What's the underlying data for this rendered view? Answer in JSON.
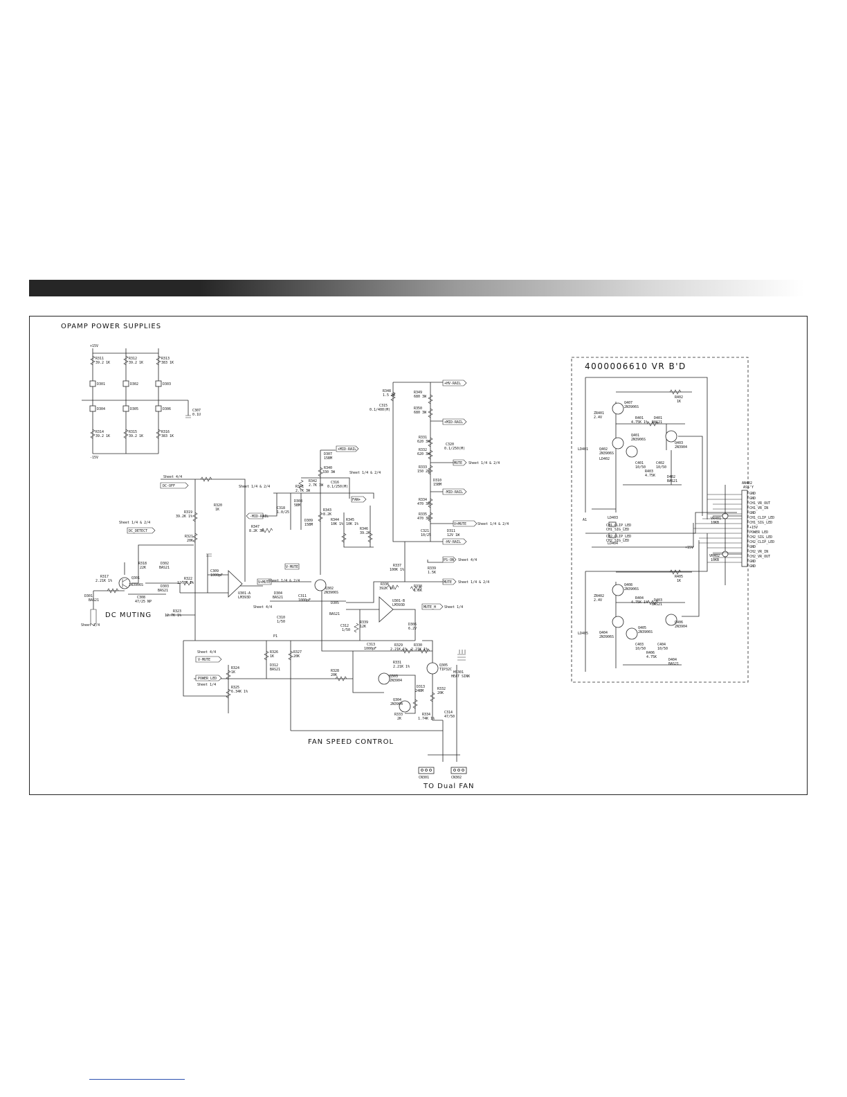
{
  "titles": {
    "opamp": "OPAMP POWER SUPPLIES",
    "dc_muting": "DC MUTING",
    "fan_speed": "FAN SPEED CONTROL",
    "to_fan": "TO Dual FAN",
    "vr_board": "4000006610    VR B'D"
  },
  "opamp_labels": [
    "+15V",
    "R311",
    "39.2 1K",
    "R312",
    "39.2 1K",
    "R313",
    "383 1K",
    "D301",
    "D302",
    "D303",
    "D304",
    "D305",
    "D306",
    "C307",
    "0.1U",
    "R314",
    "39.2 1K",
    "R315",
    "39.2 1K",
    "R316",
    "383 1K",
    "-15V"
  ],
  "rail_tags": [
    "+HV-RAIL",
    "+MID-RAIL",
    "-MID-RAIL",
    "-HV-RAIL",
    "MUTE",
    "MUTE_H",
    "V+MUTE",
    "V-MUTE",
    "DC-OFF",
    "DC_DETECT",
    "POWER_LED",
    "PS-ON",
    "FAN+"
  ],
  "sheet_refs": [
    "Sheet 1/4 & 2/4",
    "Sheet 4/4",
    "Sheet 1/4",
    "Sheet 2/4"
  ],
  "dc_labels": [
    "R317",
    "2.21K 1%",
    "Q301",
    "2N3906S",
    "R318",
    "22K",
    "D302",
    "BAS21",
    "D303",
    "BAS21",
    "C308",
    "47/25 NP",
    "R319",
    "39.2K 1%",
    "R320",
    "1K",
    "R321",
    "20K",
    "R322",
    "12.7K 1%",
    "R323",
    "12.7K 1%",
    "C309",
    "1000pF",
    "U301-A",
    "LM393D",
    "D301",
    "BAS21",
    "R324",
    "1K",
    "R325",
    "6.34K 1%",
    "R326",
    "1K",
    "R327",
    "20K",
    "D312",
    "BAS21"
  ],
  "center_labels": [
    "R348",
    "1.5 2W",
    "C315",
    "0.1/400(M)",
    "R349",
    "680 3W",
    "R350",
    "680 3W",
    "R331",
    "620 3W",
    "C320",
    "0.1/250(M)",
    "R332",
    "620 3W",
    "R333",
    "150 2W",
    "D310",
    "15BM",
    "R334",
    "470 3W",
    "R335",
    "470 3W",
    "C321",
    "10/25",
    "D311",
    "12V 1W",
    "D307",
    "15BM",
    "R340",
    "330 3W",
    "R341",
    "2.7K 3W",
    "R342",
    "2.7K 3W",
    "C316",
    "0.1/250(M)",
    "R343",
    "8.2K",
    "R344",
    "10K 1%",
    "R345",
    "10K 1%",
    "R346",
    "39.2K",
    "R347",
    "8.2K 3W",
    "C318",
    "1.0/25",
    "D309",
    "15BM",
    "D308",
    "5BM",
    "R337",
    "100K 1%",
    "R338",
    "1.5K",
    "R339",
    "1.5K",
    "R336",
    "392K 1%",
    "Q302",
    "2N3906S",
    "U301-B",
    "LM393D",
    "D304",
    "BAS21",
    "D305",
    "BAS21",
    "C311",
    "1000pF",
    "C310",
    "1/50",
    "R329",
    "2.21K 1%",
    "R330",
    "2.21K 1%",
    "C312",
    "1/50",
    "R339",
    "12K",
    "C313",
    "1000pF",
    "D306",
    "6.2V",
    "R328",
    "20K",
    "Q303",
    "2N3904",
    "Q305",
    "TIP32C",
    "D313",
    "24BM",
    "R332",
    "20K",
    "Q304",
    "2N3904",
    "R333",
    "2K",
    "R334",
    "1.74K 1%",
    "C314",
    "47/50",
    "HS301",
    "HEAT SINK",
    "CN301",
    "CN302",
    "R331",
    "2.21K 1%",
    "P1"
  ],
  "vr_labels": [
    "Q407",
    "2N3906S",
    "R402",
    "1K",
    "ZR401",
    "2.4V",
    "R401",
    "4.75K 1%",
    "D401",
    "BAS21",
    "Q401",
    "2N3906S",
    "Q403",
    "2N3904",
    "Q402",
    "2N3906S",
    "C401",
    "10/50",
    "C402",
    "10/50",
    "R403",
    "4.75K",
    "D402",
    "BAS21",
    "LD403",
    "LD404",
    "LD401",
    "LD402",
    "CH1_SIG_LED",
    "CH1_CLIP_LED",
    "CH2_SIG_LED",
    "CH2_CLIP_LED",
    "VR401",
    "10KB",
    "VR402",
    "10KB",
    "Q408",
    "2N3906S",
    "R405",
    "1K",
    "ZR402",
    "2.4V",
    "R404",
    "4.75K 1%",
    "D403",
    "BAS21",
    "Q404",
    "2N3906S",
    "Q405",
    "2N3906S",
    "Q406",
    "2N3904",
    "C403",
    "10/50",
    "C404",
    "10/50",
    "R406",
    "4.75K",
    "D404",
    "BAS21",
    "LD405",
    "+15V",
    "A1"
  ],
  "connector": {
    "title": "AN402",
    "subtitle": "ASS'Y",
    "pins": [
      "GND",
      "GND",
      "CH1_VR_OUT",
      "CH1_VR_IN",
      "GND",
      "CH1_CLIP_LED",
      "CH1_SIG_LED",
      "+15V",
      "POWER LED",
      "CH2_SIG_LED",
      "CH2_CLIP_LED",
      "GND",
      "CH2_VR_IN",
      "CH2_VR_OUT",
      "GND",
      "GND"
    ]
  }
}
